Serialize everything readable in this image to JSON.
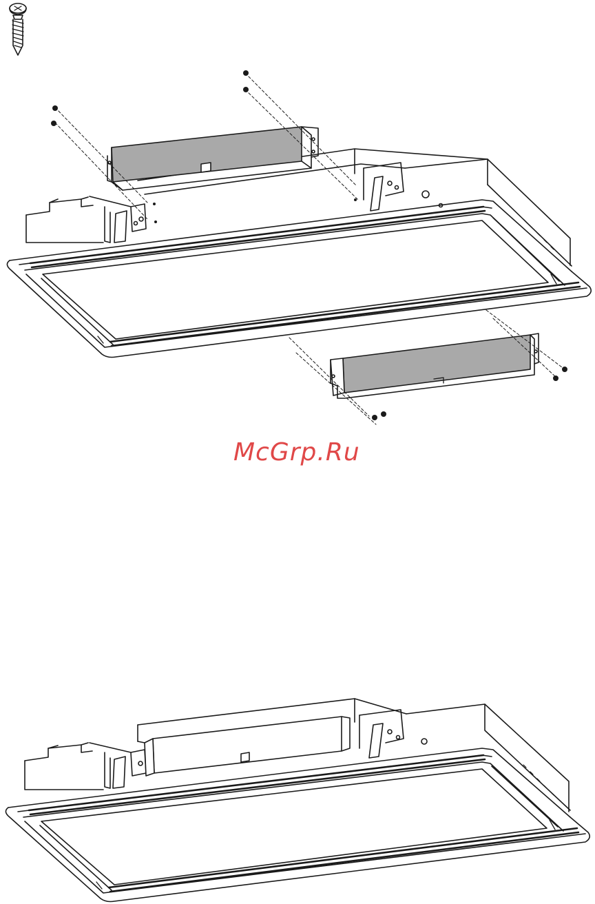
{
  "document": {
    "watermark": "McGrp.Ru",
    "colors": {
      "line": "#1a1a1a",
      "panel_fill": "#a9a9a9",
      "watermark": "#e04848",
      "background": "#ffffff"
    },
    "icons": [
      "tapping-screw-icon",
      "screw-dot-icon"
    ],
    "figures": [
      {
        "name": "exploded-view",
        "parts": [
          "ceiling-cassette-unit",
          "side-cover-panel-rear",
          "side-cover-panel-front",
          "fixing-screws"
        ]
      },
      {
        "name": "assembled-view",
        "parts": [
          "ceiling-cassette-unit",
          "side-cover-panel-installed"
        ]
      }
    ]
  }
}
